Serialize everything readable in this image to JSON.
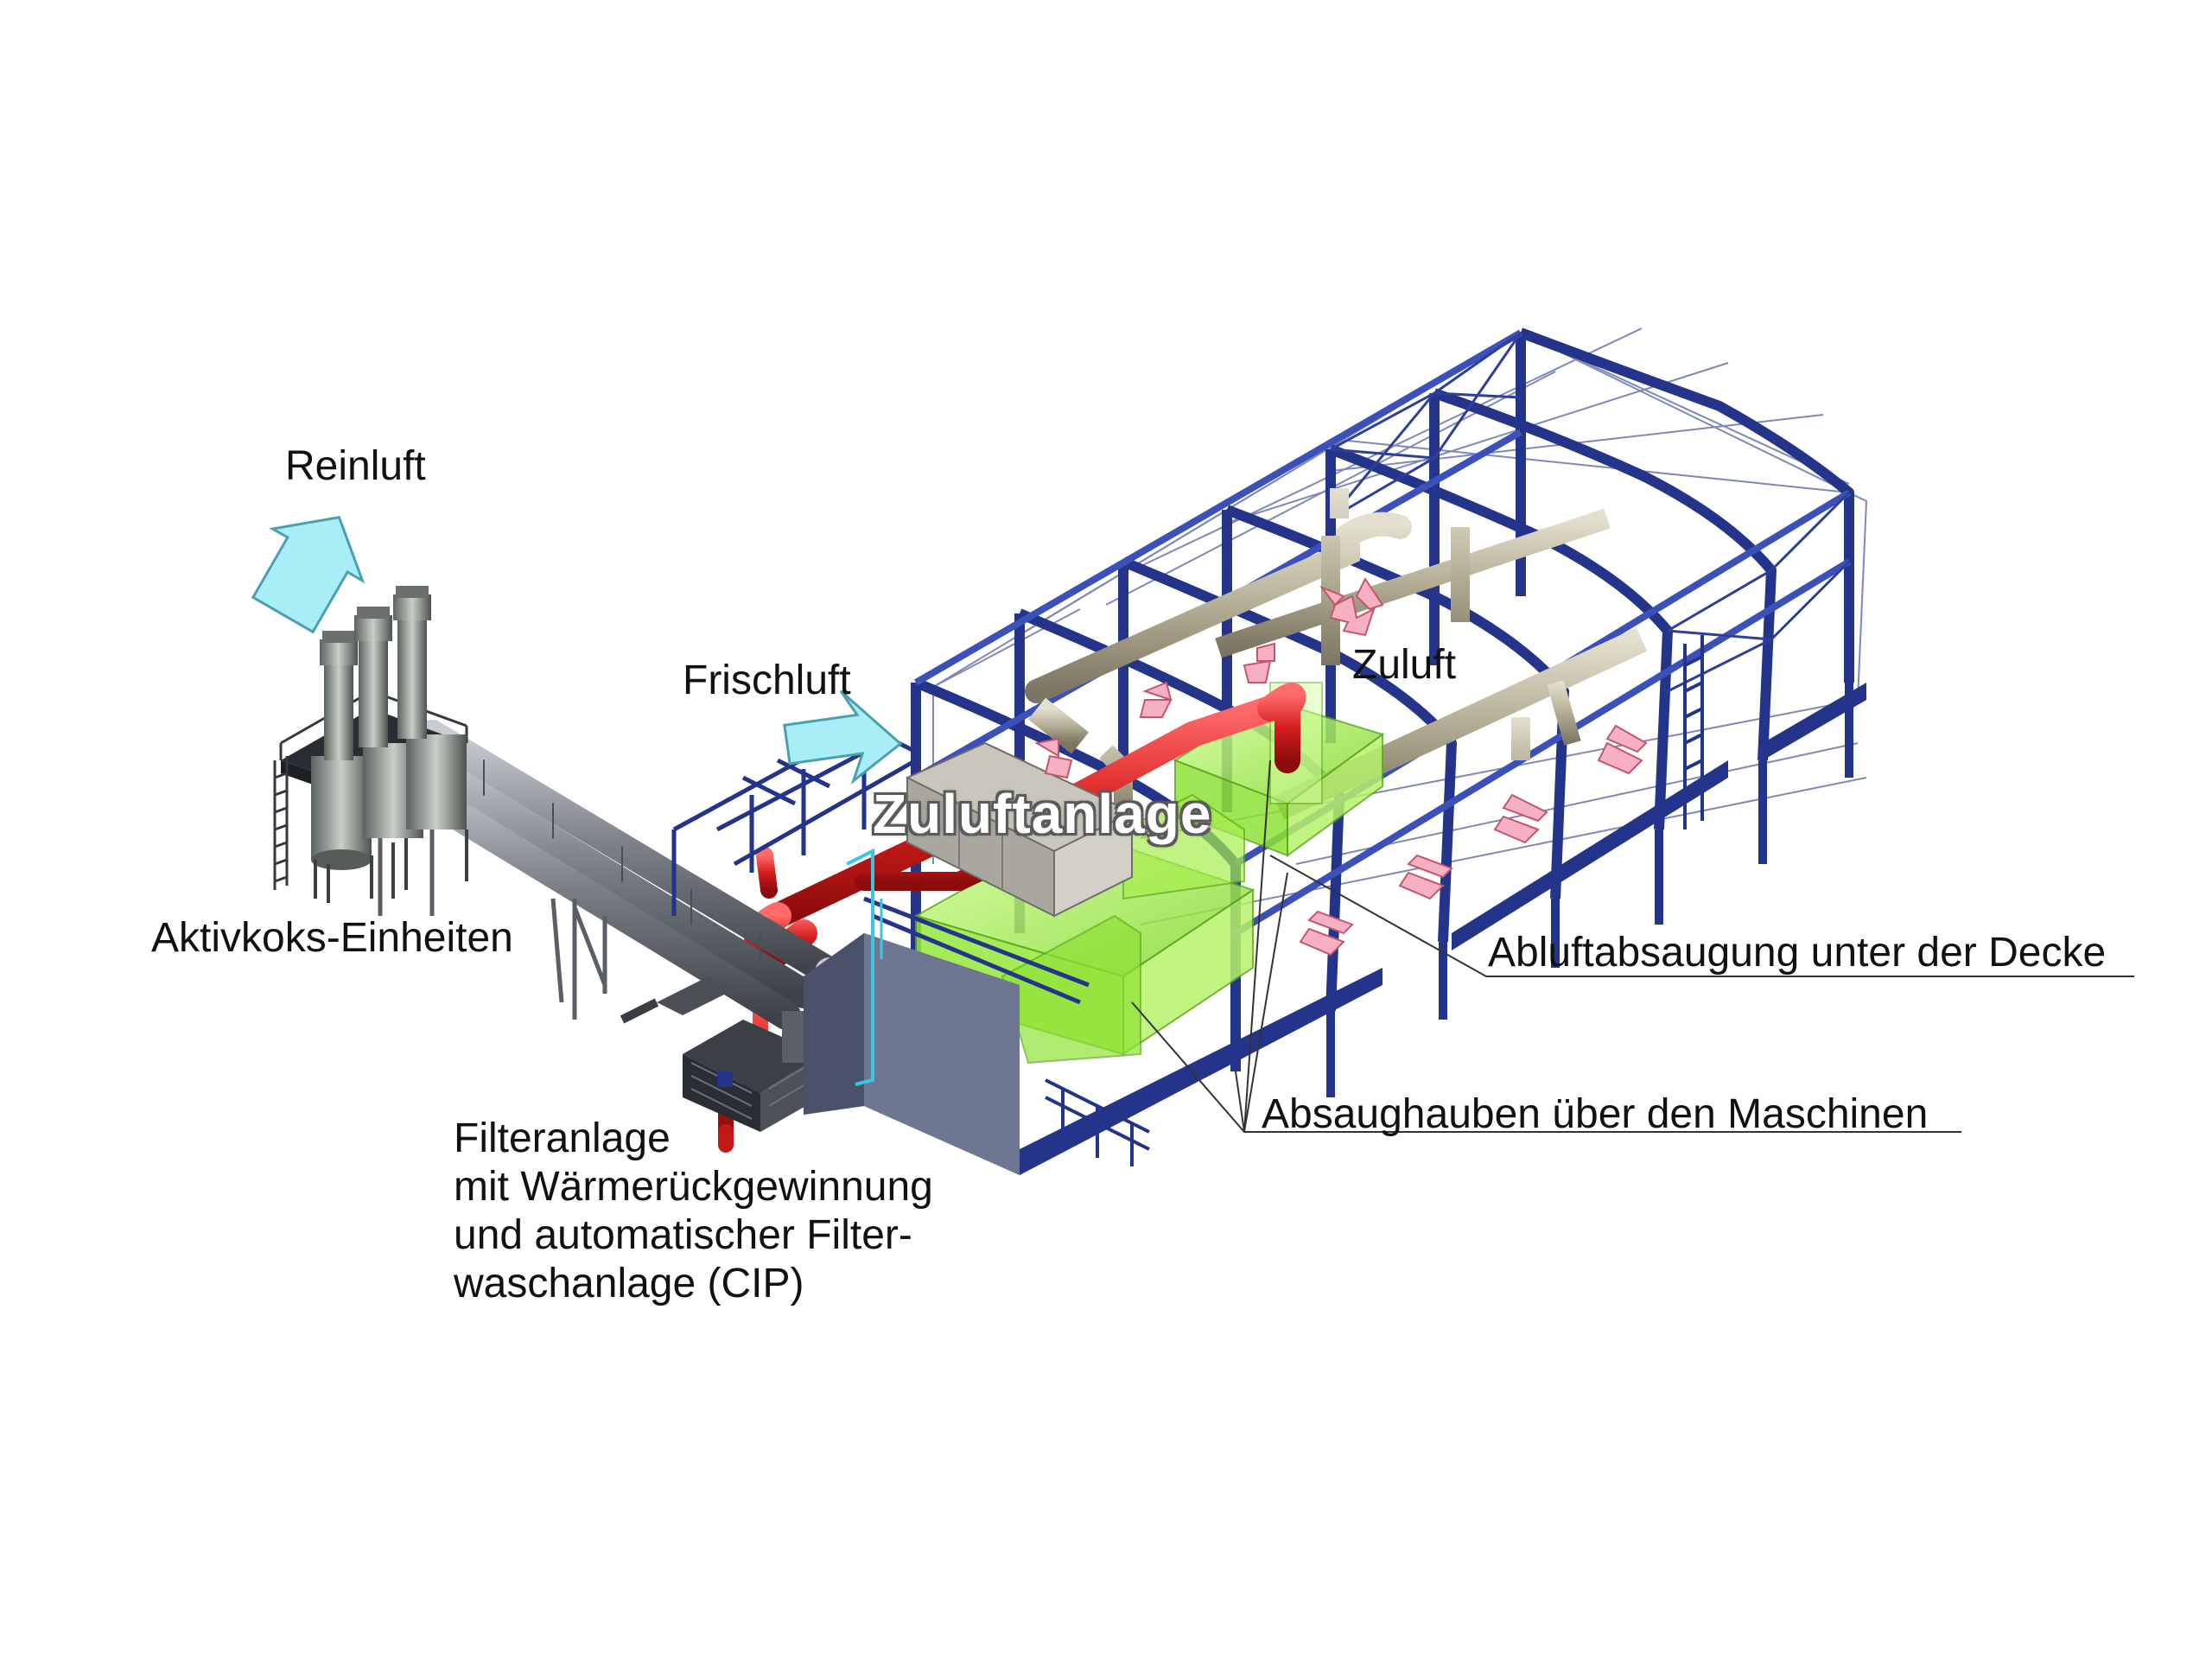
{
  "labels": {
    "reinluft": "Reinluft",
    "frischluft": "Frischluft",
    "zuluftanlage": "Zuluftanlage",
    "zuluft": "Zuluft",
    "aktivkoks": "Aktivkoks-Einheiten",
    "abluftabsaugung": "Abluftabsaugung unter der Decke",
    "absaughauben": "Absaughauben über den Maschinen",
    "filteranlage": [
      "Filteranlage",
      "mit Wärmerückgewinnung",
      "und automatischer Filter-",
      "waschanlage (CIP)"
    ]
  },
  "colors": {
    "frame": "#23348a",
    "frame_light": "#3b50b8",
    "duct_exhaust": "#d61d1d",
    "hood_green": "#9ff03a",
    "duct_grey": "#6d727a",
    "duct_beige": "#b3ad94",
    "air_arrow": "#a9eef7",
    "supply_arrow": "#f5b1c2",
    "housing": "#8c8f97",
    "wall_panel": "#5d6680"
  }
}
